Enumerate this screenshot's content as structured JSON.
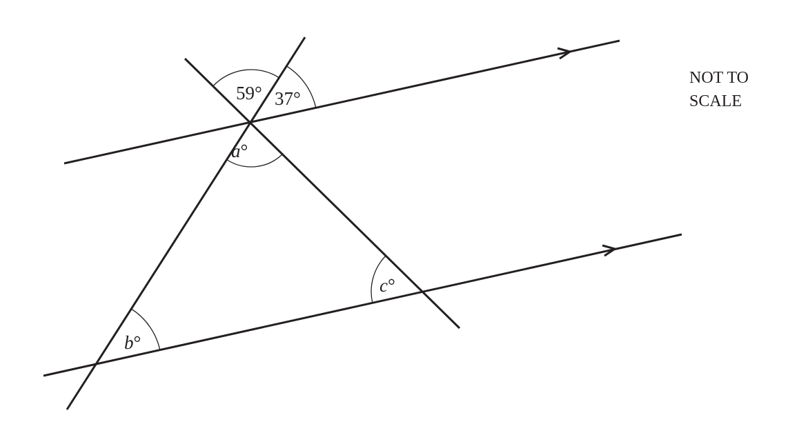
{
  "note": {
    "line1": "NOT TO",
    "line2": "SCALE"
  },
  "angles": {
    "given1": "59°",
    "given2": "37°",
    "a": {
      "var": "a",
      "deg": "°"
    },
    "b": {
      "var": "b",
      "deg": "°"
    },
    "c": {
      "var": "c",
      "deg": "°"
    }
  },
  "colors": {
    "ink": "#231f20"
  }
}
